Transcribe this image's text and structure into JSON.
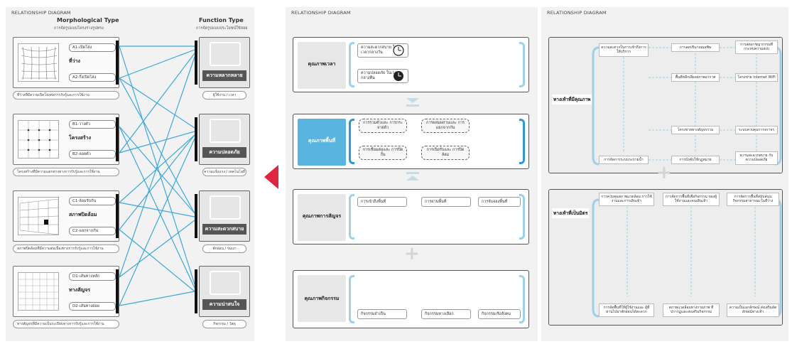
{
  "colors": {
    "accent_red": "#e1243f",
    "line_blue": "#39a9dc",
    "bracket_blue": "#9fd0ea",
    "highlight_blue": "#5ab4e0"
  },
  "panel1": {
    "title": "RELATIONSHIP DIAGRAM",
    "left_col_title": "Morphological Type",
    "left_col_sub": "การจัดรูปแบบโครงร่างรูปทรง",
    "right_col_title": "Function Type",
    "right_col_sub": "การจัดรูปแบบประโยชน์ใช้สอย",
    "morph": [
      {
        "heading": "ที่ว่าง",
        "item1": "A1-เปิดโล่ง",
        "item2": "A2-กึ่งเปิดโล่ง",
        "caption": "ที่ว่างที่มีความเปิดโล่งต่อการรับรู้และการใช้งาน"
      },
      {
        "heading": "โครงสร้าง",
        "item1": "B1-วางตัว",
        "item2": "B2-ลอยตัว",
        "caption": "โครงสร้างที่มีความแตกต่างทางการรับรู้และการใช้งาน"
      },
      {
        "heading": "สภาพปิดล้อม",
        "item1": "C1-ล้อมรับกัน",
        "item2": "C2-แยกจากกัน",
        "caption": "สภาพปิดล้อมที่มีความต่อเนื่องทางการรับรู้และการใช้งาน"
      },
      {
        "heading": "ทางสัญจร",
        "item1": "D1-เส้นทางหลัก",
        "item2": "D2-เส้นทางย่อย",
        "caption": "ทางสัญจรที่มีความเป็นระเบียบทางการรับรู้และการใช้งาน"
      }
    ],
    "func": [
      {
        "label": "ความหลากหลาย",
        "caption": "ผู้ใช้งาน / เวลา"
      },
      {
        "label": "ความปลอดภัย",
        "caption": "ความแข็งแรง / เทคโนโลยี"
      },
      {
        "label": "ความสะดวกสบาย",
        "caption": "พักผ่อน / ร่มเงา"
      },
      {
        "label": "ความน่าสนใจ",
        "caption": "กิจกรรม / วัสดุ"
      }
    ]
  },
  "panel2": {
    "title": "RELATIONSHIP DIAGRAM",
    "time": {
      "title": "คุณภาพเวลา",
      "day": "ความสะดวกสบาย ในเวลากลางวัน",
      "night": "ความปลอดภัย ในเวลากลางคืน"
    },
    "space": {
      "title": "คุณภาพพื้นที่",
      "items": [
        "การรวมตัวและ การกระจายตัว",
        "การผสมผสานและ การแยกจากกัน",
        "การเชื่อมต่อและ การปิดกั้น",
        "การเปิดรับและ การปิดล้อม"
      ]
    },
    "circ": {
      "title": "คุณภาพการสัญจร",
      "items": [
        "การเข้าถึงพื้นที่",
        "การผ่านพื้นที่",
        "การจับจองพื้นที่"
      ]
    },
    "act": {
      "title": "คุณภาพกิจกรรม",
      "items": [
        "กิจกรรมจำเป็น",
        "กิจกรรมทางเลือก",
        "กิจกรรมเชิงสังคม"
      ]
    }
  },
  "panel3": {
    "title": "RELATIONSHIP DIAGRAM",
    "quality": {
      "title": "ทางเท้าที่มีคุณภาพ",
      "nodes": [
        "ความสะดวกในการเข้าถึงการให้บริการ",
        "การลดปริมาณมลพิษ",
        "การลดอาชญากรรมที่กระทบความสงบ",
        "พื้นที่หลีกเลี่ยงสภาพอากาศ",
        "โครงข่าย internet WiFi",
        "โครงข่ายทางสัญจรรวม",
        "ระบบควบคุมการจราจร",
        "การจัดการระบบระบายน้ำ",
        "การบังคับใช้กฎหมาย",
        "ความสะดวกสบาย กับความปลอดภัย"
      ]
    },
    "friendly": {
      "title": "ทางเท้าที่เป็นมิตร",
      "nodes": [
        "การควบคุมสภาพแวดล้อม การใช้งานและการเดินเท้า",
        "การจัดการพื้นที่เพื่อกิจกรรม ของผู้ใช้งานและคนเดินเท้า",
        "การจัดการพื้นที่สนับสนุน กิจกรรมสาธารณะในที่ว่าง",
        "การจัดพื้นที่ให้ผู้ใช้งานและ ผู้ที่ผ่านไปมาพักผ่อนได้สะดวก",
        "สภาพแวดล้อมทางกายภาพ ที่ปรากฏและส่งเสริมกิจกรรม",
        "ความเป็นเอกลักษณ์ ส่งเสริมอัตลักษณ์ทางเท้า"
      ]
    }
  }
}
